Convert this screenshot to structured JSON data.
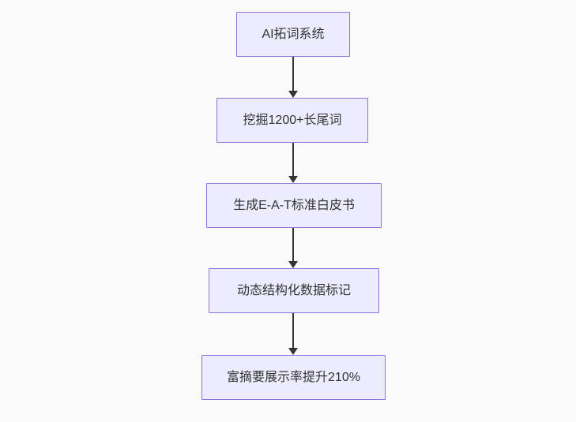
{
  "diagram": {
    "type": "flowchart",
    "direction": "top-down",
    "nodes": [
      {
        "id": "n1",
        "label": "AI拓词系统"
      },
      {
        "id": "n2",
        "label": "挖掘1200+长尾词"
      },
      {
        "id": "n3",
        "label": "生成E-A-T标准白皮书"
      },
      {
        "id": "n4",
        "label": "动态结构化数据标记"
      },
      {
        "id": "n5",
        "label": "富摘要展示率提升210%"
      }
    ],
    "edges": [
      {
        "from": "n1",
        "to": "n2"
      },
      {
        "from": "n2",
        "to": "n3"
      },
      {
        "from": "n3",
        "to": "n4"
      },
      {
        "from": "n4",
        "to": "n5"
      }
    ],
    "colors": {
      "background": "#FAFAFA",
      "node_fill": "#ECECFF",
      "node_border": "#9370DB",
      "arrow": "#333333",
      "text": "#333333"
    }
  }
}
